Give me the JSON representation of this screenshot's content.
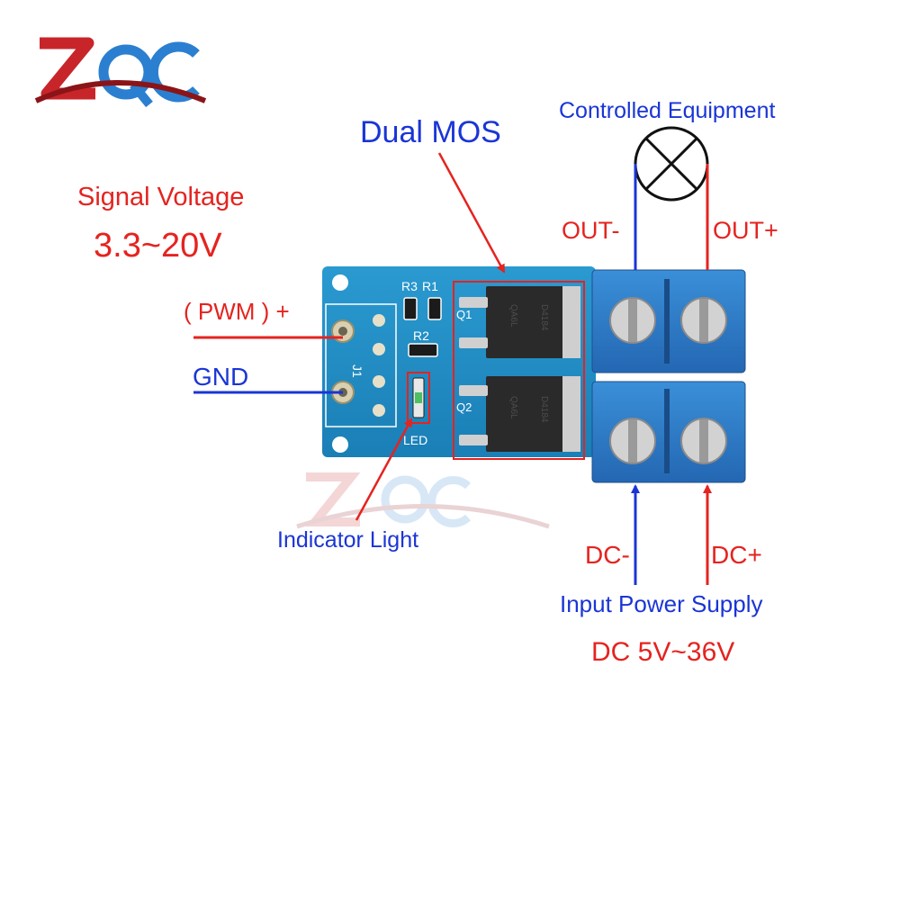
{
  "logo": {
    "text": "ZQC",
    "colors": {
      "z": "#c8252a",
      "q": "#2b7fd0",
      "c": "#2b7fd0",
      "swoosh": "#8b1418"
    }
  },
  "labels": {
    "signal_voltage": "Signal Voltage",
    "signal_range": "3.3~20V",
    "pwm": "( PWM ) +",
    "gnd": "GND",
    "dual_mos": "Dual MOS",
    "controlled_equipment": "Controlled Equipment",
    "out_minus": "OUT-",
    "out_plus": "OUT+",
    "indicator_light": "Indicator Light",
    "dc_minus": "DC-",
    "dc_plus": "DC+",
    "input_power_supply": "Input Power Supply",
    "dc_range": "DC 5V~36V"
  },
  "silkscreen": {
    "r3": "R3",
    "r1": "R1",
    "r2": "R2",
    "q1": "Q1",
    "q2": "Q2",
    "j1": "J1",
    "led": "LED",
    "chip1_code": "D4184",
    "chip1_batch": "QA6L",
    "chip2_code": "D4184",
    "chip2_batch": "QA6L"
  },
  "colors": {
    "annotation_red": "#e5231f",
    "annotation_blue": "#1a35d6",
    "pcb": "#1f8fc4",
    "terminal_block": "#2f7fc9"
  }
}
